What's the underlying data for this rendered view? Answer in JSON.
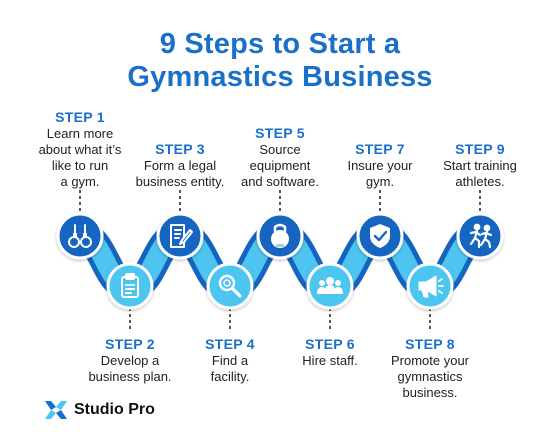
{
  "title": {
    "line1": "9 Steps to Start a",
    "line2": "Gymnastics Business"
  },
  "colors": {
    "title_blue": "#1a6fc9",
    "dark_blue": "#1565c0",
    "light_blue": "#4ec5f1",
    "connector": "#2c2c2c",
    "text": "#222222"
  },
  "steps": [
    {
      "label": "STEP 1",
      "desc": "Learn more\nabout what it’s\nlike to run\na gym.",
      "icon": "gymnastic-rings-icon"
    },
    {
      "label": "STEP 2",
      "desc": "Develop a\nbusiness plan.",
      "icon": "clipboard-plan-icon"
    },
    {
      "label": "STEP 3",
      "desc": "Form a legal\nbusiness entity.",
      "icon": "signing-document-icon"
    },
    {
      "label": "STEP 4",
      "desc": "Find a\nfacility.",
      "icon": "magnifier-search-icon"
    },
    {
      "label": "STEP 5",
      "desc": "Source\nequipment\nand software.",
      "icon": "kettlebell-icon"
    },
    {
      "label": "STEP 6",
      "desc": "Hire staff.",
      "icon": "team-people-icon"
    },
    {
      "label": "STEP 7",
      "desc": "Insure your\ngym.",
      "icon": "shield-check-icon"
    },
    {
      "label": "STEP 8",
      "desc": "Promote your\ngymnastics\nbusiness.",
      "icon": "megaphone-icon"
    },
    {
      "label": "STEP 9",
      "desc": "Start training\nathletes.",
      "icon": "athletes-training-icon"
    }
  ],
  "brand": {
    "name": "Studio Pro",
    "logo_icon": "studio-pro-logo-icon"
  }
}
